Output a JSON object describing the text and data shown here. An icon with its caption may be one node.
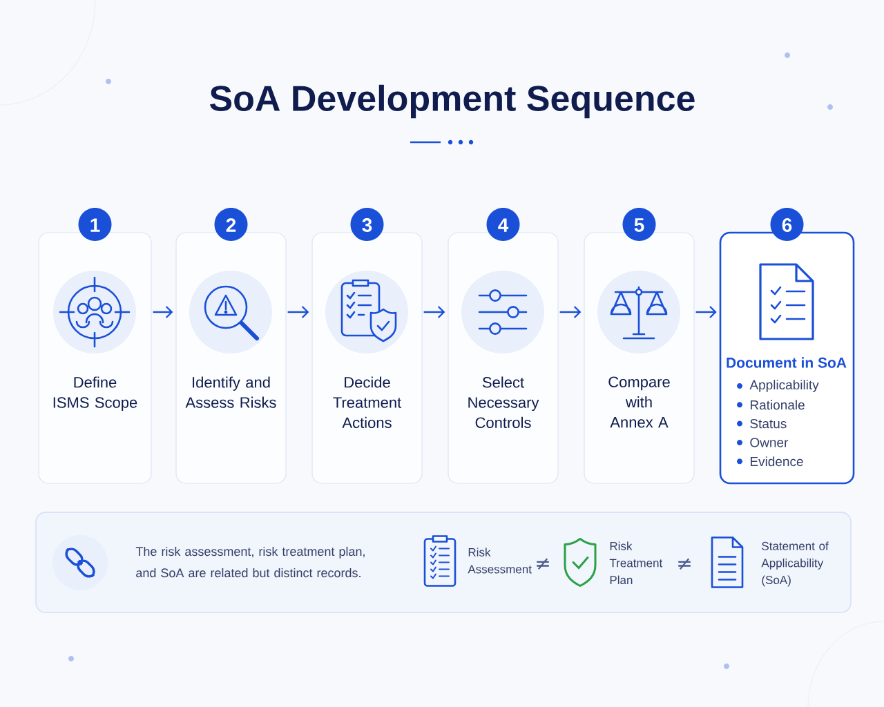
{
  "diagram": {
    "title": "SoA Development Sequence",
    "nodes": [
      {
        "text": [
          "1",
          "Define ISMS Scope"
        ]
      },
      {
        "text": [
          "2",
          "Identify and Assess Risks"
        ]
      },
      {
        "text": [
          "3",
          "Decide Treatment Actions"
        ]
      },
      {
        "text": [
          "4",
          "Select Necessary Controls"
        ]
      },
      {
        "text": [
          "5",
          "Compare with Annex A"
        ]
      },
      {
        "text": [
          "6",
          "Document in SoA",
          "Applicability",
          "Rationale",
          "Status",
          "Owner",
          "Evidence"
        ]
      },
      {
        "text": [
          "The risk assessment, risk treatment plan, and SoA are related but distinct records."
        ]
      },
      {
        "text": [
          "Risk Assessment"
        ],
        "in": 6
      },
      {
        "text": [
          "Risk Treatment Plan"
        ],
        "in": 6
      },
      {
        "text": [
          "Statement of Applicability (SoA)"
        ],
        "in": 6
      }
    ],
    "edges": [
      {
        "from": 0,
        "to": 1,
        "arrow": "to"
      },
      {
        "from": 1,
        "to": 2,
        "arrow": "to"
      },
      {
        "from": 2,
        "to": 3,
        "arrow": "to"
      },
      {
        "from": 3,
        "to": 4,
        "arrow": "to"
      },
      {
        "from": 4,
        "to": 5,
        "arrow": "to"
      }
    ],
    "labels": [
      "≠",
      "≠"
    ]
  }
}
